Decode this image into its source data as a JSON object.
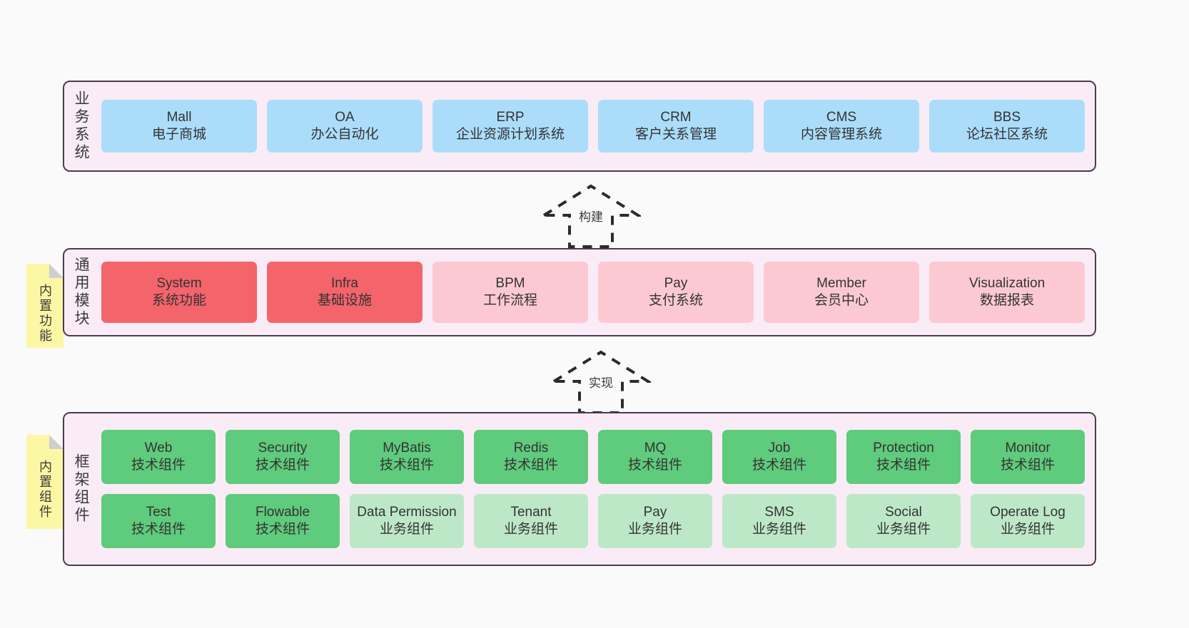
{
  "diagram": {
    "background": "#fafafa",
    "border_color": "#4b3c4f",
    "band_color": "#f9ecf6",
    "sticky_color": "#fbf7a4"
  },
  "layers": [
    {
      "caption": "业务系统",
      "accent": "#abddfa",
      "rows": [
        [
          {
            "title": "Mall",
            "subtitle": "电子商城"
          },
          {
            "title": "OA",
            "subtitle": "办公自动化"
          },
          {
            "title": "ERP",
            "subtitle": "企业资源计划系统"
          },
          {
            "title": "CRM",
            "subtitle": "客户关系管理"
          },
          {
            "title": "CMS",
            "subtitle": "内容管理系统"
          },
          {
            "title": "BBS",
            "subtitle": "论坛社区系统"
          }
        ]
      ]
    },
    {
      "caption": "通用模块",
      "sticky": "内置功能",
      "accent": "#f4646b",
      "rows": [
        [
          {
            "title": "System",
            "subtitle": "系统功能"
          },
          {
            "title": "Infra",
            "subtitle": "基础设施"
          },
          {
            "title": "BPM",
            "subtitle": "工作流程"
          },
          {
            "title": "Pay",
            "subtitle": "支付系统"
          },
          {
            "title": "Member",
            "subtitle": "会员中心"
          },
          {
            "title": "Visualization",
            "subtitle": "数据报表"
          }
        ]
      ]
    },
    {
      "caption": "框架组件",
      "sticky": "内置组件",
      "accent": "#5fcb7c",
      "rows": [
        [
          {
            "title": "Web",
            "subtitle": "技术组件"
          },
          {
            "title": "Security",
            "subtitle": "技术组件"
          },
          {
            "title": "MyBatis",
            "subtitle": "技术组件"
          },
          {
            "title": "Redis",
            "subtitle": "技术组件"
          },
          {
            "title": "MQ",
            "subtitle": "技术组件"
          },
          {
            "title": "Job",
            "subtitle": "技术组件"
          },
          {
            "title": "Protection",
            "subtitle": "技术组件"
          },
          {
            "title": "Monitor",
            "subtitle": "技术组件"
          }
        ],
        [
          {
            "title": "Test",
            "subtitle": "技术组件"
          },
          {
            "title": "Flowable",
            "subtitle": "技术组件"
          },
          {
            "title": "Data Permission",
            "subtitle": "业务组件"
          },
          {
            "title": "Tenant",
            "subtitle": "业务组件"
          },
          {
            "title": "Pay",
            "subtitle": "业务组件"
          },
          {
            "title": "SMS",
            "subtitle": "业务组件"
          },
          {
            "title": "Social",
            "subtitle": "业务组件"
          },
          {
            "title": "Operate Log",
            "subtitle": "业务组件"
          }
        ]
      ]
    }
  ],
  "connectors": [
    {
      "label": "构建"
    },
    {
      "label": "实现"
    }
  ]
}
